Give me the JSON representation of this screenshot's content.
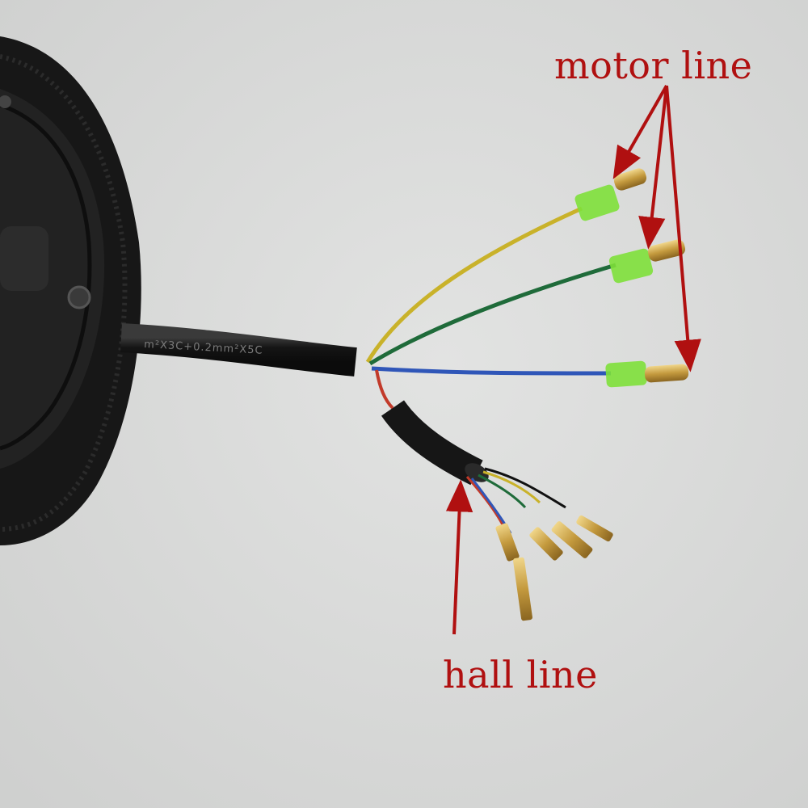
{
  "annotations": {
    "motor_label": "motor line",
    "hall_label": "hall line",
    "color": "#b01010"
  },
  "cable": {
    "print": "m²X3C+0.2mm²X5C"
  },
  "colors": {
    "background": "#d9dad9",
    "tire": "#1b1b1b",
    "motor_wire_yellow": "#c9b22a",
    "motor_wire_green": "#1f6b3a",
    "motor_wire_blue": "#2f56b8",
    "connector_sleeve": "#7ee03a",
    "brass": "#c9a24a"
  },
  "icons": [
    "tire",
    "motor-hub",
    "hub-bolt",
    "phase-wire",
    "hall-wire",
    "bullet-connector",
    "spade-terminal",
    "annotation-arrow"
  ]
}
